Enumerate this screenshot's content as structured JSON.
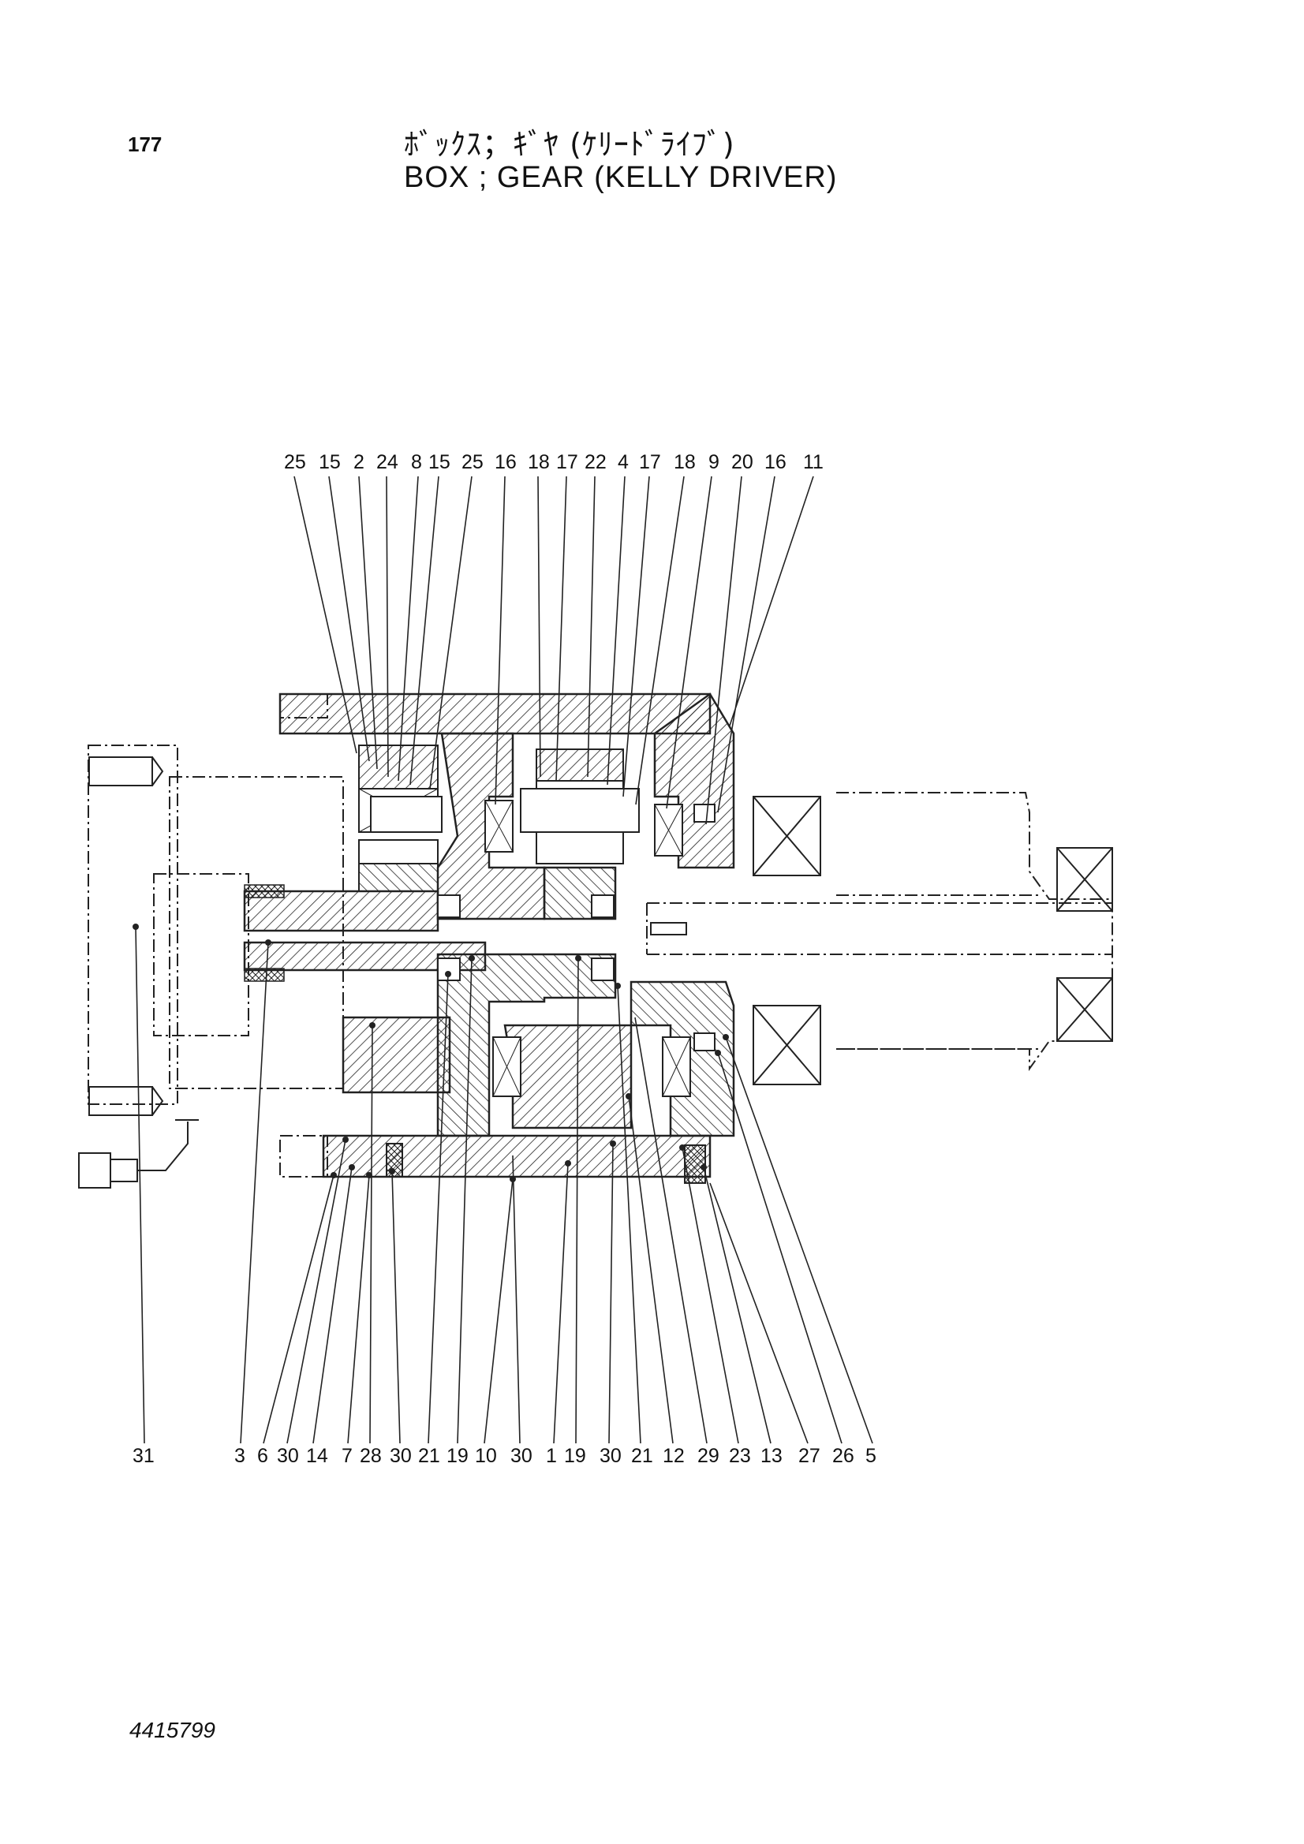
{
  "page": {
    "number": "177",
    "title_jp": "ﾎﾞｯｸｽ；ｷﾞﾔ (ｹﾘｰﾄﾞﾗｲﾌﾞ)",
    "title_en": "BOX ; GEAR (KELLY  DRIVER)",
    "doc_number": "4415799"
  },
  "callouts_top": [
    "25",
    "15",
    "2",
    "24",
    "8",
    "15",
    "25",
    "16",
    "18",
    "17",
    "22",
    "4",
    "17",
    "18",
    "9",
    "20",
    "16",
    "11"
  ],
  "callouts_bottom": [
    "31",
    "3",
    "6",
    "30",
    "14",
    "7",
    "28",
    "30",
    "21",
    "19",
    "10",
    "30",
    "1",
    "19",
    "30",
    "21",
    "12",
    "29",
    "23",
    "13",
    "27",
    "26",
    "5"
  ]
}
